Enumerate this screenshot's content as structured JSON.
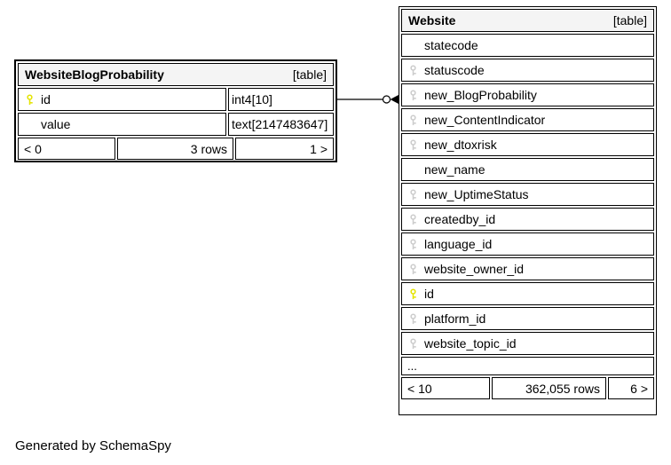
{
  "generator_note": "Generated by SchemaSpy",
  "colors": {
    "border": "#000000",
    "header_bg": "#f4f4f4",
    "primary_key": "#e4e400",
    "foreign_key": "#cccccc",
    "background": "#ffffff"
  },
  "relationship": {
    "from_table": "WebsiteBlogProbability",
    "from_column": "id",
    "to_table": "Website",
    "to_column": "new_BlogProbability"
  },
  "tables": [
    {
      "name": "WebsiteBlogProbability",
      "badge": "[table]",
      "columns": [
        {
          "name": "id",
          "type": "int4[10]",
          "key": "primary"
        },
        {
          "name": "value",
          "type": "text[2147483647]",
          "key": "none"
        }
      ],
      "footer": {
        "left": "< 0",
        "center": "3 rows",
        "right": "1 >"
      }
    },
    {
      "name": "Website",
      "badge": "[table]",
      "columns": [
        {
          "name": "statecode",
          "key": "none"
        },
        {
          "name": "statuscode",
          "key": "fk"
        },
        {
          "name": "new_BlogProbability",
          "key": "fk"
        },
        {
          "name": "new_ContentIndicator",
          "key": "fk"
        },
        {
          "name": "new_dtoxrisk",
          "key": "fk"
        },
        {
          "name": "new_name",
          "key": "none"
        },
        {
          "name": "new_UptimeStatus",
          "key": "fk"
        },
        {
          "name": "createdby_id",
          "key": "fk"
        },
        {
          "name": "language_id",
          "key": "fk"
        },
        {
          "name": "website_owner_id",
          "key": "fk"
        },
        {
          "name": "id",
          "key": "primary"
        },
        {
          "name": "platform_id",
          "key": "fk"
        },
        {
          "name": "website_topic_id",
          "key": "fk"
        }
      ],
      "ellipsis": "...",
      "footer": {
        "left": "< 10",
        "center": "362,055 rows",
        "right": "6 >"
      }
    }
  ]
}
